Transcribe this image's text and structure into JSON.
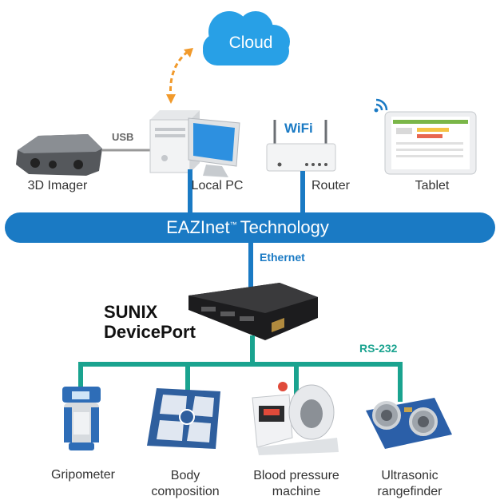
{
  "cloud": {
    "label": "Cloud"
  },
  "connections": {
    "usb": "USB",
    "ethernet": "Ethernet",
    "rs232": "RS-232"
  },
  "bus": {
    "label": "EAZInet",
    "tm": "™",
    "label2": "Technology"
  },
  "hub": {
    "line1": "SUNIX",
    "line2": "DevicePort"
  },
  "top_devices": {
    "imager": "3D Imager",
    "pc": "Local PC",
    "router": "Router",
    "router_badge": "WiFi",
    "tablet": "Tablet"
  },
  "bottom_devices": {
    "gripometer": "Gripometer",
    "body1": "Body",
    "body2": "composition",
    "bp1": "Blood pressure",
    "bp2": "machine",
    "ultra1": "Ultrasonic",
    "ultra2": "rangefinder"
  },
  "colors": {
    "bus": "#1a7ac4",
    "cloud": "#28a0e6",
    "rs232": "#1aa38f",
    "link_arrow": "#f19a2c"
  }
}
